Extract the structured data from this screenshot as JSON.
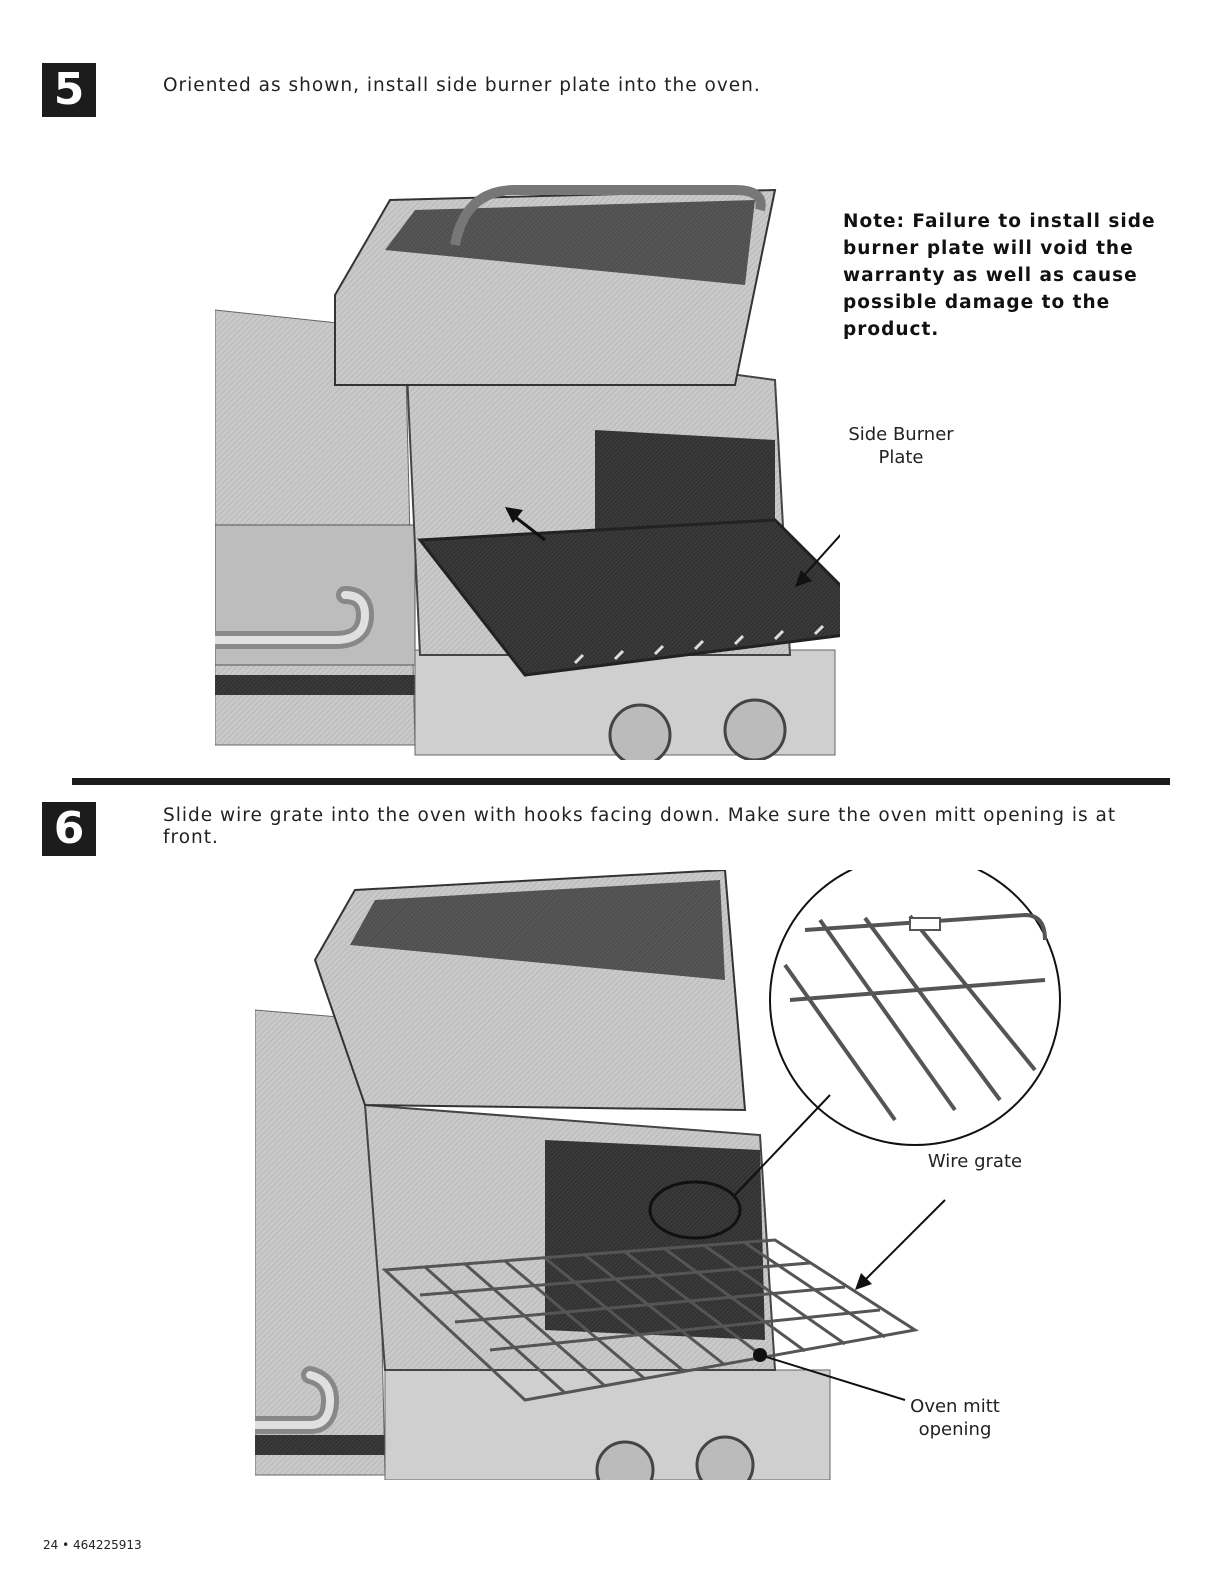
{
  "step5": {
    "number": "5",
    "instruction": "Oriented as shown, install side burner plate into the oven.",
    "note": "Note: Failure to install side burner plate will void the warranty as well as cause possible damage to the product.",
    "callout_line1": "Side Burner",
    "callout_line2": "Plate"
  },
  "step6": {
    "number": "6",
    "instruction": "Slide wire grate into the oven with hooks facing down. Make sure the oven mitt opening is at front.",
    "callout_wire": "Wire grate",
    "callout_mitt_line1": "Oven mitt",
    "callout_mitt_line2": "opening"
  },
  "footer": {
    "page": "24 • 464225913"
  }
}
